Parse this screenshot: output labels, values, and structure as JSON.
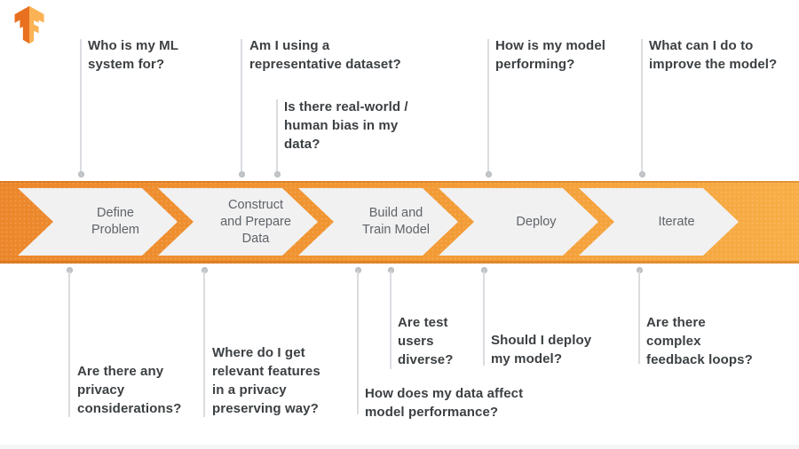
{
  "logo": {
    "name": "tensorflow-logo"
  },
  "colors": {
    "band_gradient_left": "#EC862A",
    "band_gradient_right": "#F8AD45",
    "chevron_fill": "#F1F1F2",
    "chevron_text": "#5F6368",
    "question_text": "#3C4043",
    "connector_line": "#DADCDF",
    "connector_dot": "#C5C8CB",
    "logo_dark_orange": "#E8701E",
    "logo_light_orange": "#F9A13A"
  },
  "chevrons": [
    {
      "label": "Define\nProblem"
    },
    {
      "label": "Construct\nand Prepare\nData"
    },
    {
      "label": "Build and\nTrain Model"
    },
    {
      "label": "Deploy"
    },
    {
      "label": "Iterate"
    }
  ],
  "top_questions": [
    {
      "text": "Who is my ML\nsystem for?"
    },
    {
      "text": "Am I using a\nrepresentative dataset?"
    },
    {
      "text": "Is there real-world /\nhuman bias in my\ndata?"
    },
    {
      "text": "How is my model\nperforming?"
    },
    {
      "text": "What can I do to\nimprove the model?"
    }
  ],
  "bottom_questions": [
    {
      "text": "Are there any\nprivacy\nconsiderations?"
    },
    {
      "text": "Where do I get\nrelevant features\nin a privacy\npreserving way?"
    },
    {
      "text": "How does my data affect\nmodel performance?"
    },
    {
      "text": "Are test\nusers\ndiverse?"
    },
    {
      "text": "Should I deploy\nmy model?"
    },
    {
      "text": "Are there\ncomplex\nfeedback loops?"
    }
  ]
}
